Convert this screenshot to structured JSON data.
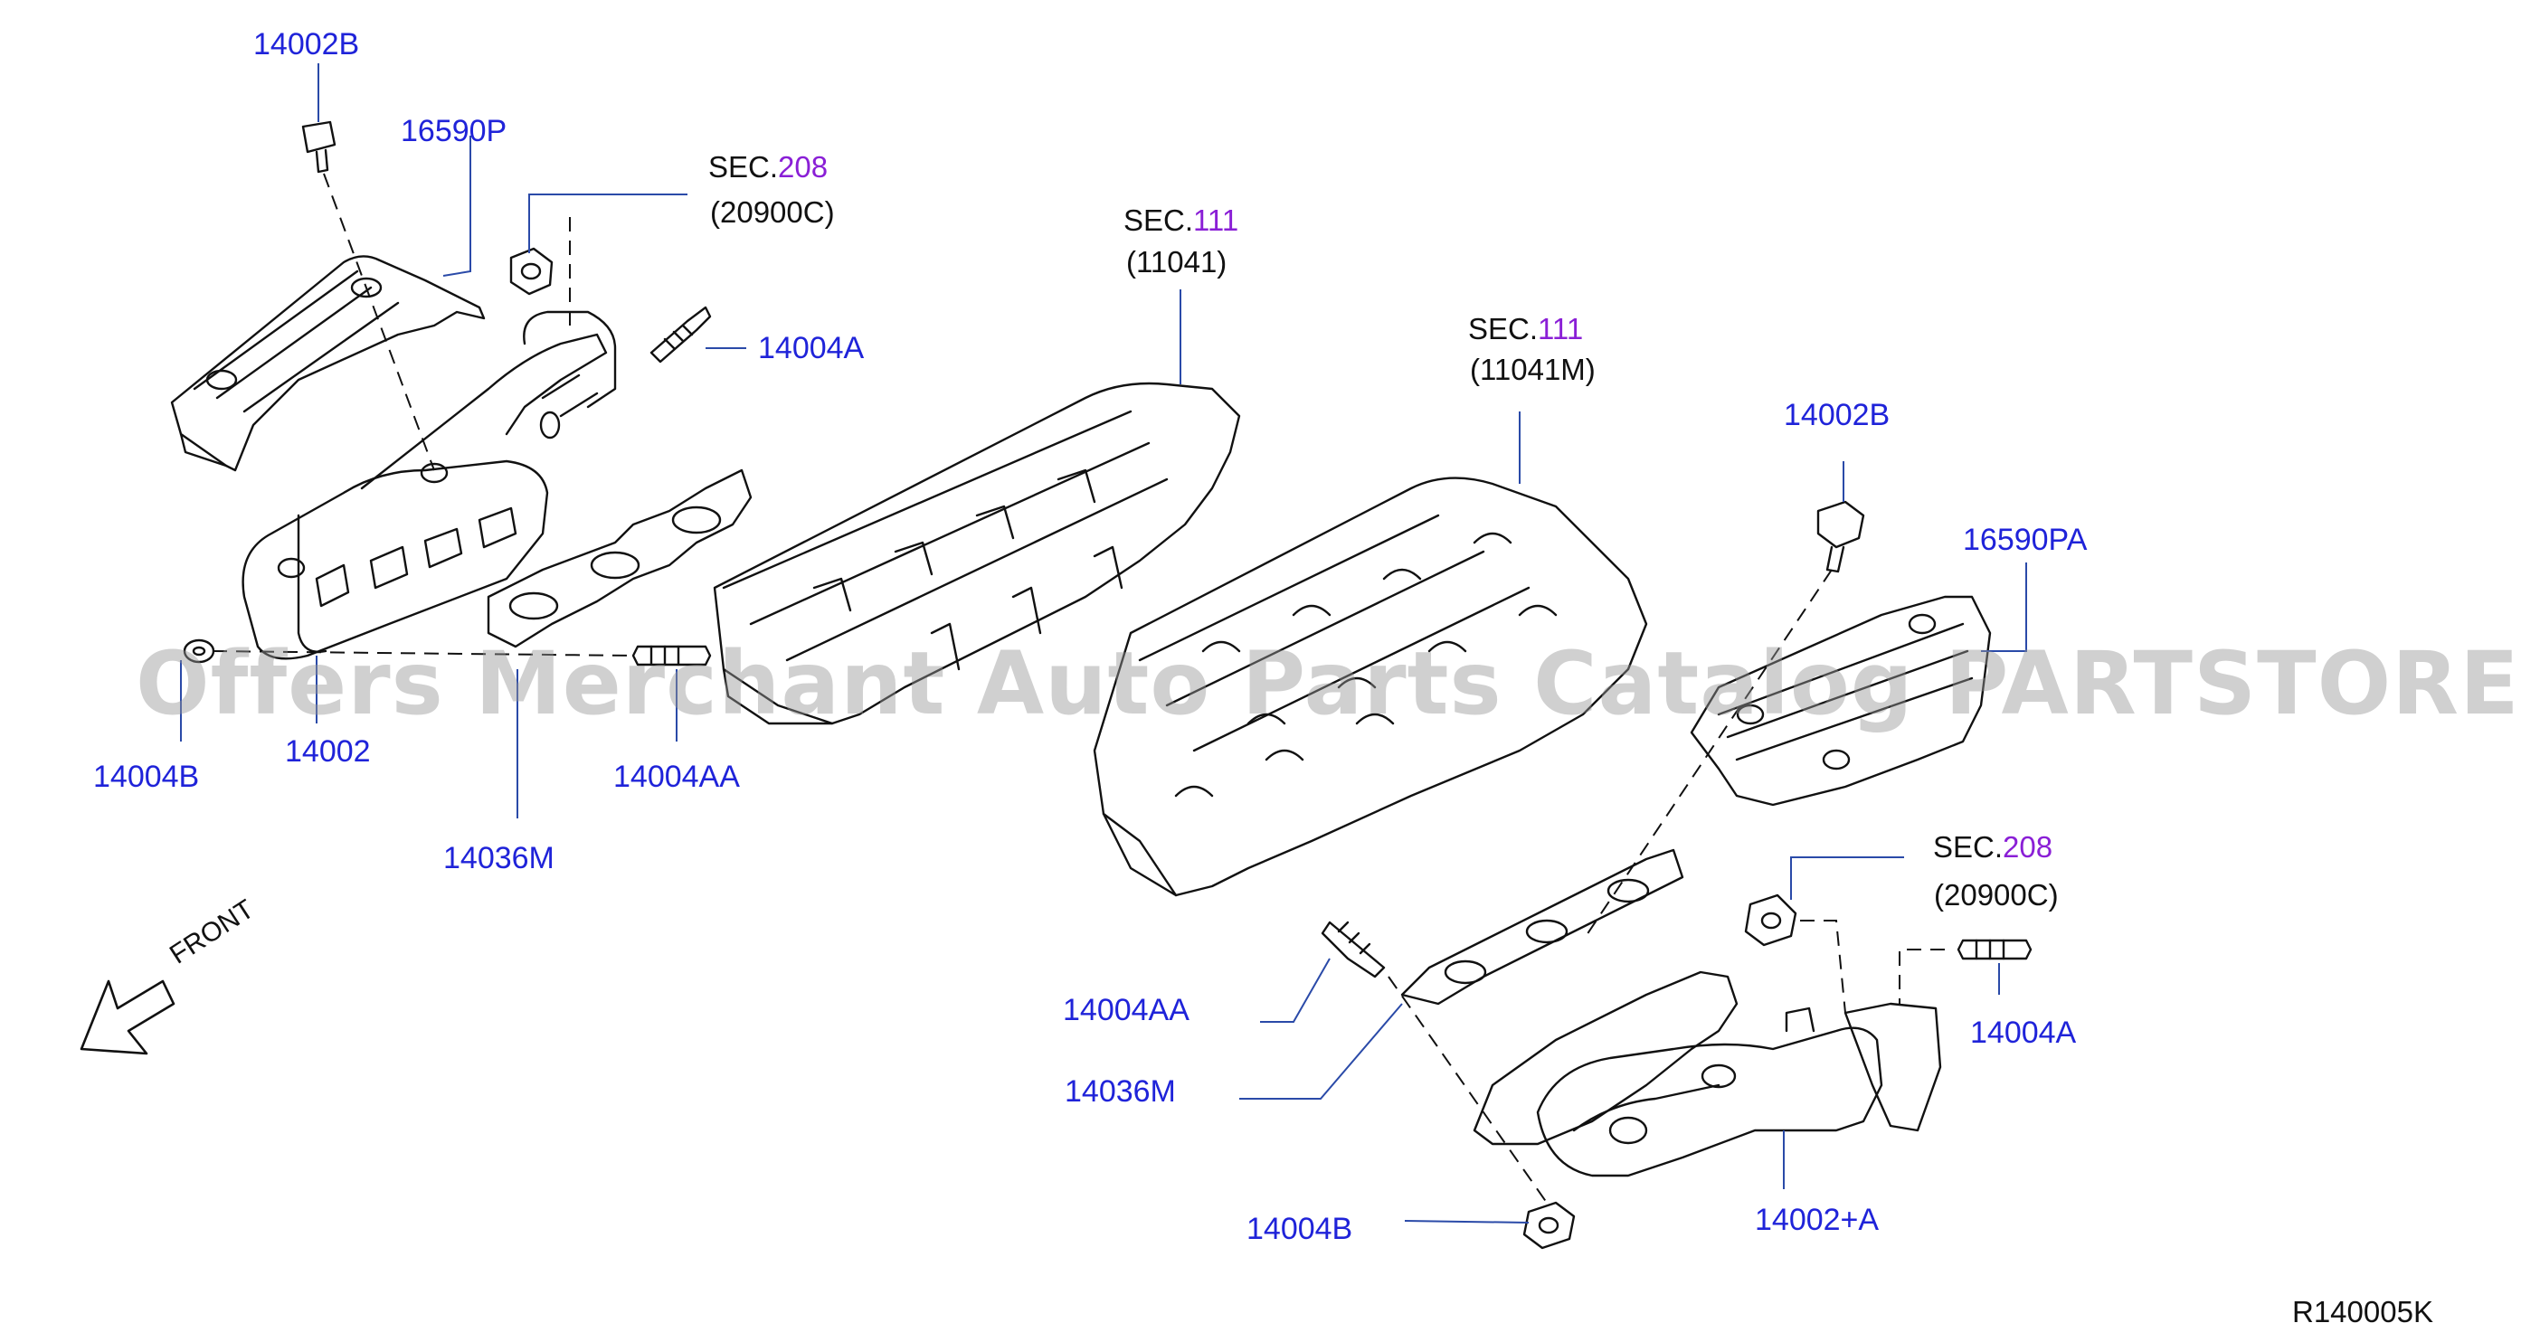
{
  "watermark": "Offers Merchant Auto Parts Catalog PARTSTORE.SA",
  "diagram_code": "R140005K",
  "front_label": "FRONT",
  "colors": {
    "part_label": "#1f23d9",
    "sec_number": "#8a1fd6",
    "line": "#111111",
    "leader": "#1f3a8a"
  },
  "labels": {
    "l_14002B_top": "14002B",
    "l_16590P": "16590P",
    "l_14004A_left": "14004A",
    "l_14004B_left": "14004B",
    "l_14002": "14002",
    "l_14004AA_left": "14004AA",
    "l_14036M_left": "14036M",
    "l_14002B_right": "14002B",
    "l_16590PA": "16590PA",
    "l_14004A_right": "14004A",
    "l_14004AA_right": "14004AA",
    "l_14036M_right": "14036M",
    "l_14004B_right": "14004B",
    "l_14002A": "14002+A"
  },
  "sections": {
    "s1": {
      "prefix": "SEC.",
      "number": "208",
      "sub": "(20900C)"
    },
    "s2": {
      "prefix": "SEC.",
      "number": "111",
      "sub": "(11041)"
    },
    "s3": {
      "prefix": "SEC.",
      "number": "111",
      "sub": "(11041M)"
    },
    "s4": {
      "prefix": "SEC.",
      "number": "208",
      "sub": "(20900C)"
    }
  }
}
